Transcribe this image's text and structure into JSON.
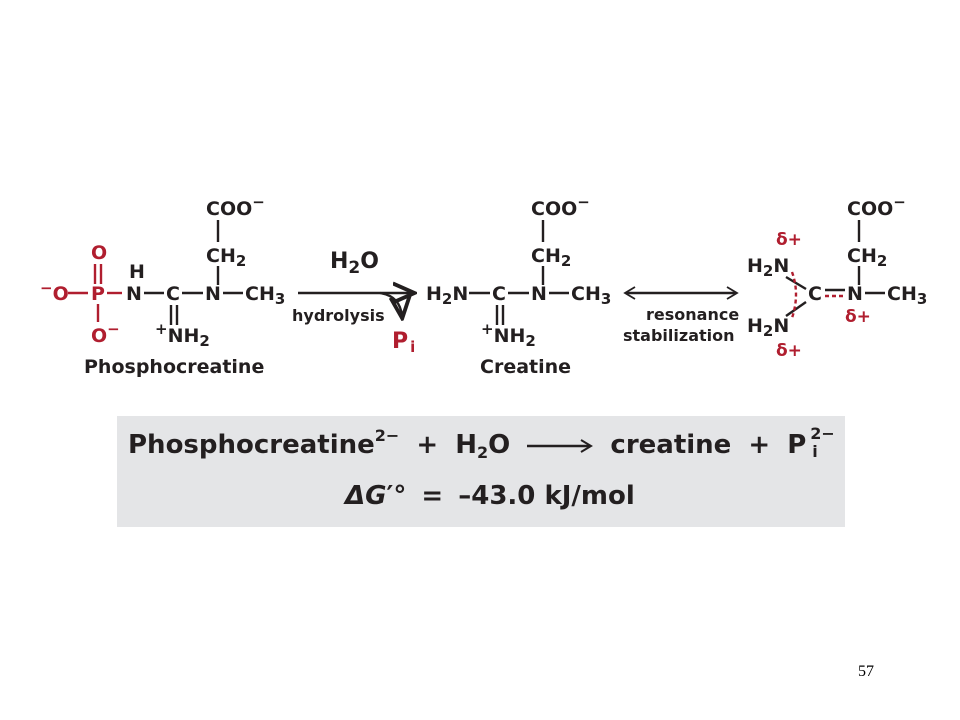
{
  "molecules": {
    "phosphocreatine": {
      "name": "Phosphocreatine",
      "atoms": {
        "coo": "COO",
        "coo_charge": "−",
        "ch2": "CH",
        "ch2_sub": "2",
        "o_top": "O",
        "o_minus": "O",
        "o_minus_charge": "−",
        "o_left_charge": "−",
        "o_left": "O",
        "p": "P",
        "h": "H",
        "n1": "N",
        "c": "C",
        "n2": "N",
        "ch3": "CH",
        "ch3_sub": "3",
        "nh2_plus": "+",
        "nh2": "NH",
        "nh2_sub": "2"
      }
    },
    "creatine": {
      "name": "Creatine",
      "atoms": {
        "coo": "COO",
        "coo_charge": "−",
        "ch2": "CH",
        "ch2_sub": "2",
        "h2n": "H",
        "h2n_sub": "2",
        "h2n_n": "N",
        "c": "C",
        "n": "N",
        "ch3": "CH",
        "ch3_sub": "3",
        "nh2_plus": "+",
        "nh2": "NH",
        "nh2_sub": "2"
      }
    },
    "resonance_form": {
      "atoms": {
        "coo": "COO",
        "coo_charge": "−",
        "ch2": "CH",
        "ch2_sub": "2",
        "delta_plus": "δ+",
        "h2n_top": "H",
        "h2n_top_sub": "2",
        "h2n_top_n": "N",
        "h2n_bot": "H",
        "h2n_bot_sub": "2",
        "h2n_bot_n": "N",
        "c": "C",
        "n": "N",
        "ch3": "CH",
        "ch3_sub": "3"
      }
    }
  },
  "reaction": {
    "reagent": "H",
    "reagent_sub": "2",
    "reagent_o": "O",
    "label": "hydrolysis",
    "product": "P",
    "product_sub": "i"
  },
  "resonance": {
    "label_line1": "resonance",
    "label_line2": "stabilization"
  },
  "equation": {
    "reactant": "Phosphocreatine",
    "reactant_charge": "2−",
    "plus1": "+",
    "water": "H",
    "water_sub": "2",
    "water_o": "O",
    "product1": "creatine",
    "plus2": "+",
    "product2": "P",
    "product2_charge": "2−",
    "product2_sub": "i",
    "delta_g_symbol": "ΔG",
    "delta_g_prime": "′°",
    "equals": "=",
    "delta_g_value": "–43.0 kJ/mol"
  },
  "slide_number": "57",
  "colors": {
    "highlight": "#b01e2f",
    "text": "#231f20",
    "equation_box": "#e4e5e7"
  }
}
